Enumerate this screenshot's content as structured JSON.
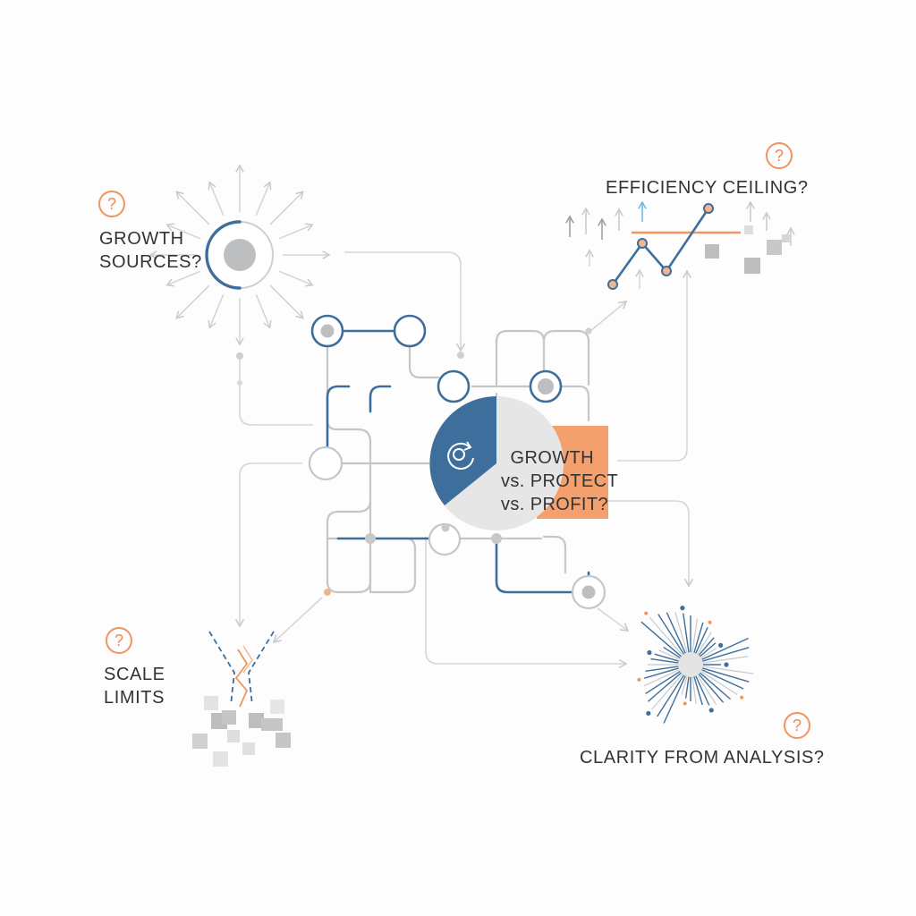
{
  "labels": {
    "growth_sources": [
      "GROWTH",
      "SOURCES?"
    ],
    "efficiency_ceiling": "EFFICIENCY CEILING?",
    "scale_limits": [
      "SCALE",
      "LIMITS"
    ],
    "clarity": "CLARITY FROM ANALYSIS?",
    "center": [
      "GROWTH",
      "vs. PROTECT",
      "vs. PROFIT?"
    ]
  },
  "question_mark": "?",
  "icons": {
    "question_badge": "question-mark-circle-icon",
    "center": "refresh-cycle-icon",
    "growth_sources": "radiating-sun-icon",
    "efficiency_ceiling": "line-chart-ceiling-icon",
    "scale_limits": "cracked-hourglass-icon",
    "clarity": "starburst-icon"
  },
  "colors": {
    "navy": "#3e6e9c",
    "orange": "#f0955f",
    "gray_line": "#cfcfcf",
    "gray_node": "#bcbec0",
    "text": "#333333"
  }
}
